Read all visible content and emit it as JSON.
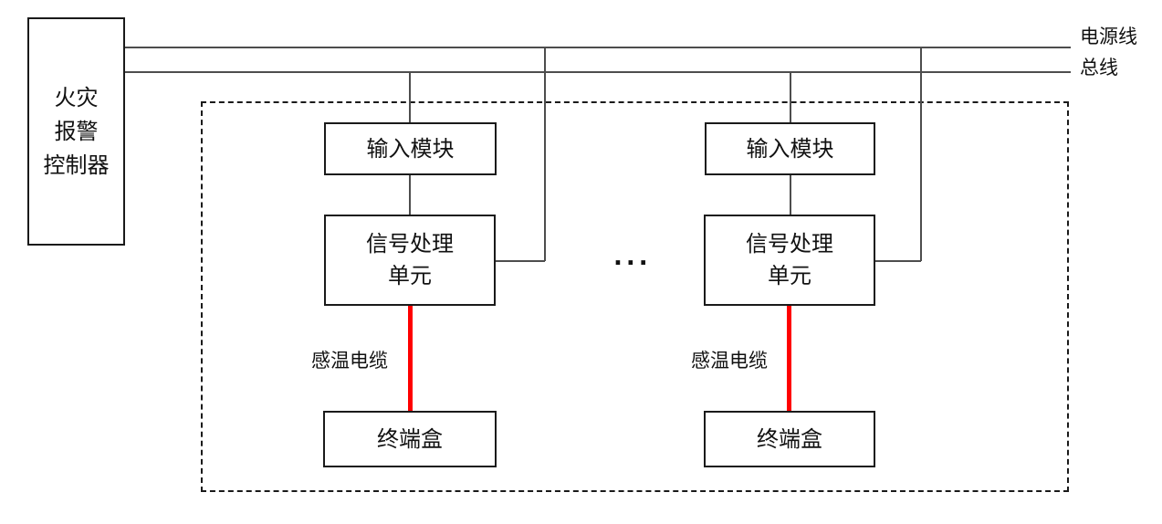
{
  "controller": {
    "label": "火灾\n报警\n控制器"
  },
  "trunk_lines": {
    "power_line_label": "电源线",
    "bus_line_label": "总线"
  },
  "units": [
    {
      "input_module": "输入模块",
      "signal_unit": "信号处理\n单元",
      "cable_label": "感温电缆",
      "terminal_box": "终端盒"
    },
    {
      "input_module": "输入模块",
      "signal_unit": "信号处理\n单元",
      "cable_label": "感温电缆",
      "terminal_box": "终端盒"
    }
  ],
  "ellipsis": "...",
  "colors": {
    "cable_red": "#ff0000",
    "wire_gray": "#4d4d4d",
    "border_black": "#1a1a1a"
  }
}
